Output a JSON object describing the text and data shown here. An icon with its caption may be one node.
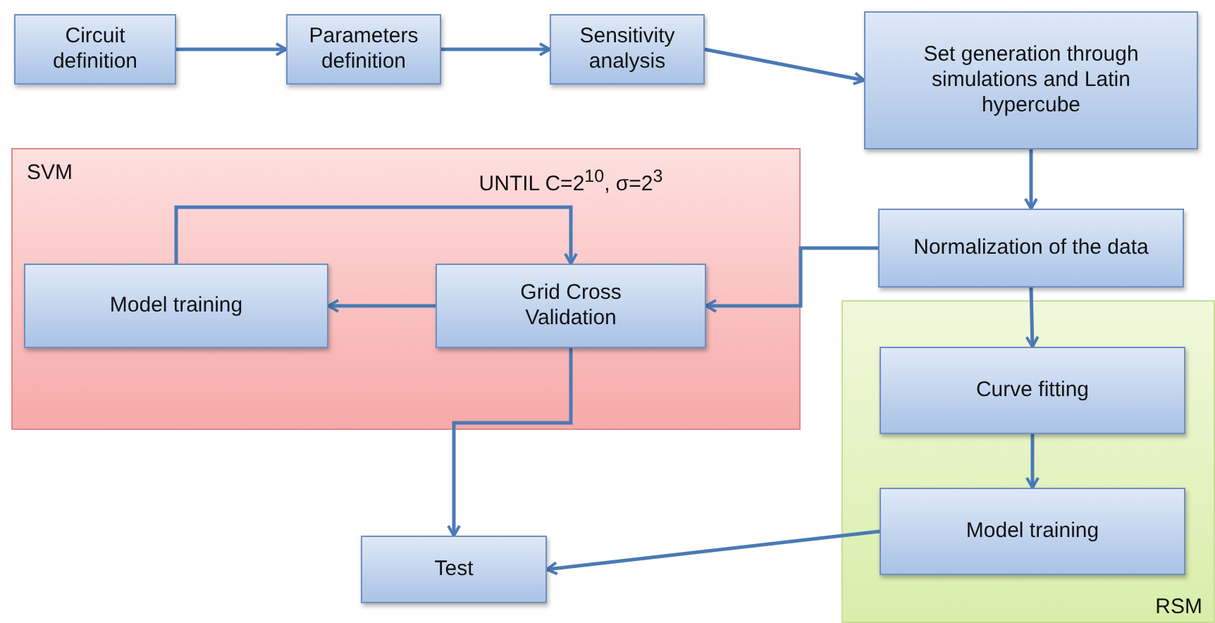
{
  "diagram": {
    "nodes": [
      {
        "text": [
          "Circuit definition"
        ]
      },
      {
        "text": [
          "Parameters definition"
        ]
      },
      {
        "text": [
          "Sensitivity analysis"
        ]
      },
      {
        "text": [
          "Set generation through simulations and Latin hypercube"
        ]
      },
      {
        "text": [
          "SVM"
        ]
      },
      {
        "text": [
          "Model training"
        ],
        "in": 4
      },
      {
        "text": [
          "Grid Cross Validation"
        ],
        "in": 4
      },
      {
        "text": [
          "Normalization of the data"
        ]
      },
      {
        "text": [
          "RSM"
        ]
      },
      {
        "text": [
          "Curve fitting"
        ],
        "in": 8
      },
      {
        "text": [
          "Model training"
        ],
        "in": 8
      },
      {
        "text": [
          "Test"
        ]
      }
    ],
    "edges": [
      {
        "from": 0,
        "to": 1,
        "arrow": "to"
      },
      {
        "from": 1,
        "to": 2,
        "arrow": "to"
      },
      {
        "from": 2,
        "to": 3,
        "arrow": "to"
      },
      {
        "from": 3,
        "to": 7,
        "arrow": "to"
      },
      {
        "from": 7,
        "to": 6,
        "arrow": "to"
      },
      {
        "from": 6,
        "to": 5,
        "arrow": "to"
      },
      {
        "from": 5,
        "to": 6,
        "arrow": "to",
        "label": "UNTIL C=2$^{10}$, σ=2$^{3}$"
      },
      {
        "from": 6,
        "to": 11,
        "arrow": "to"
      },
      {
        "from": 7,
        "to": 9,
        "arrow": "to"
      },
      {
        "from": 9,
        "to": 10,
        "arrow": "to"
      },
      {
        "from": 10,
        "to": 11,
        "arrow": "to"
      }
    ]
  }
}
